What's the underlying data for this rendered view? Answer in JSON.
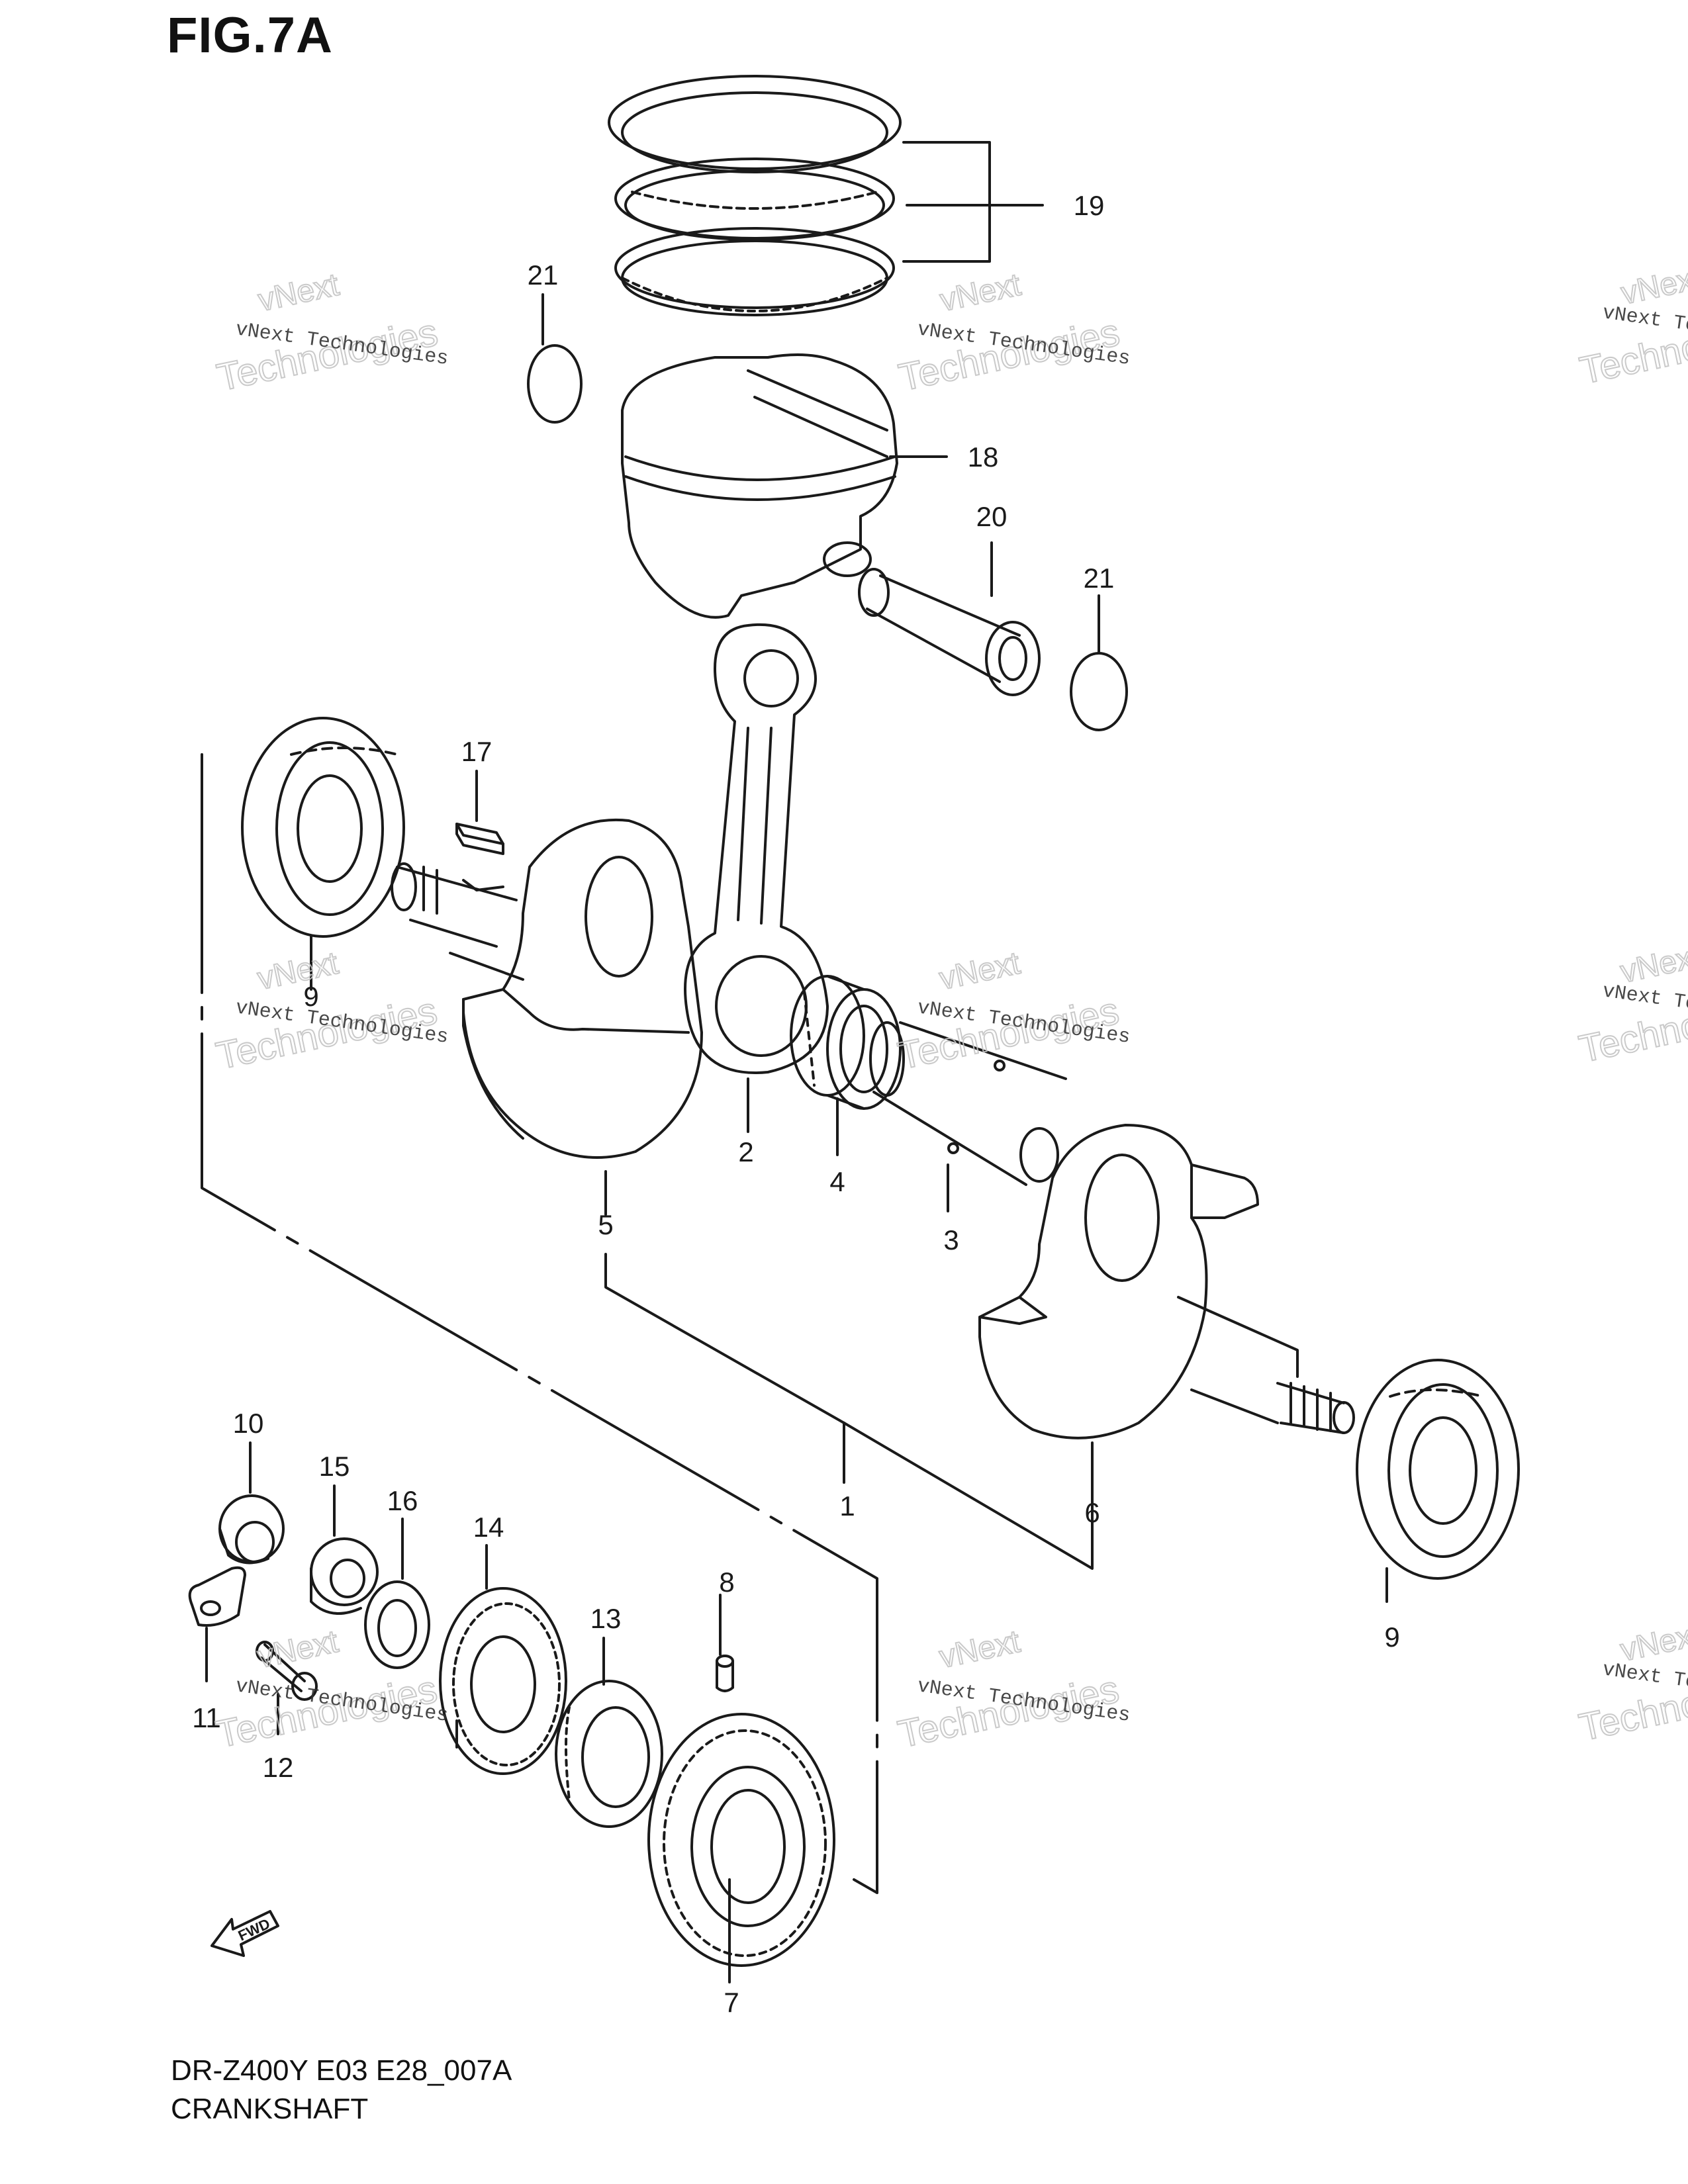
{
  "figure": {
    "title": "FIG.7A",
    "model_code": "DR-Z400Y E03 E28_007A",
    "section_name": "CRANKSHAFT"
  },
  "watermark": {
    "line1": "vNext Technologies",
    "line2": "vNext",
    "line3": "Technologies"
  },
  "fwd_label": "FWD",
  "callouts": {
    "c1": "1",
    "c2": "2",
    "c3": "3",
    "c4": "4",
    "c5": "5",
    "c6": "6",
    "c7": "7",
    "c8": "8",
    "c9a": "9",
    "c9b": "9",
    "c10": "10",
    "c11": "11",
    "c12": "12",
    "c13": "13",
    "c14": "14",
    "c15": "15",
    "c16": "16",
    "c17": "17",
    "c18": "18",
    "c19": "19",
    "c20": "20",
    "c21a": "21",
    "c21b": "21"
  },
  "colors": {
    "line": "#1a1a1a",
    "watermark": "#bdbdbd"
  }
}
